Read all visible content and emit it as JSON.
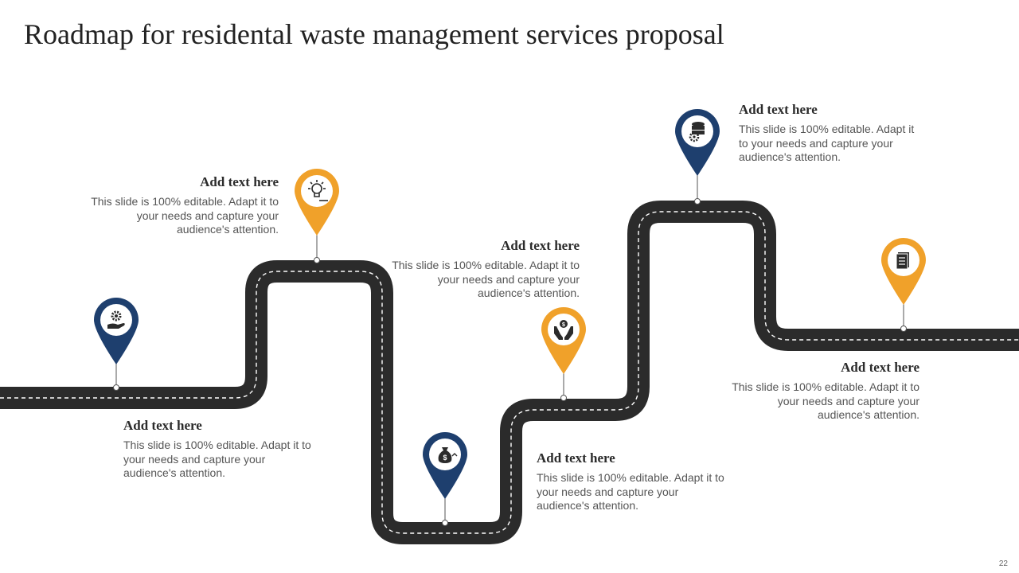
{
  "title": "Roadmap for residental waste management services proposal",
  "page_number": "22",
  "colors": {
    "road": "#2b2b2b",
    "blue": "#1e3f6e",
    "orange": "#f0a12a",
    "text": "#555555"
  },
  "milestones": [
    {
      "heading": "Add text here",
      "body": "This slide is 100% editable. Adapt it to your needs and capture your audience's attention.",
      "pin_color": "blue",
      "icon": "gear-on-hand-icon"
    },
    {
      "heading": "Add text here",
      "body": "This slide is 100% editable. Adapt it to your needs and capture your audience's attention.",
      "pin_color": "orange",
      "icon": "lightbulb-brain-icon"
    },
    {
      "heading": "Add text here",
      "body": "This slide is 100% editable. Adapt it to your needs and capture your audience's attention.",
      "pin_color": "blue",
      "icon": "money-bag-icon"
    },
    {
      "heading": "Add text here",
      "body": "This slide is 100% editable. Adapt it to your needs and capture your audience's attention.",
      "pin_color": "orange",
      "icon": "hands-holding-coins-icon"
    },
    {
      "heading": "Add text here",
      "body": "This slide is 100% editable. Adapt it to your needs and capture your audience's attention.",
      "pin_color": "blue",
      "icon": "database-gear-icon"
    },
    {
      "heading": "Add text here",
      "body": "This slide is 100% editable. Adapt it to your needs and capture your audience's attention.",
      "pin_color": "orange",
      "icon": "document-icon"
    }
  ]
}
